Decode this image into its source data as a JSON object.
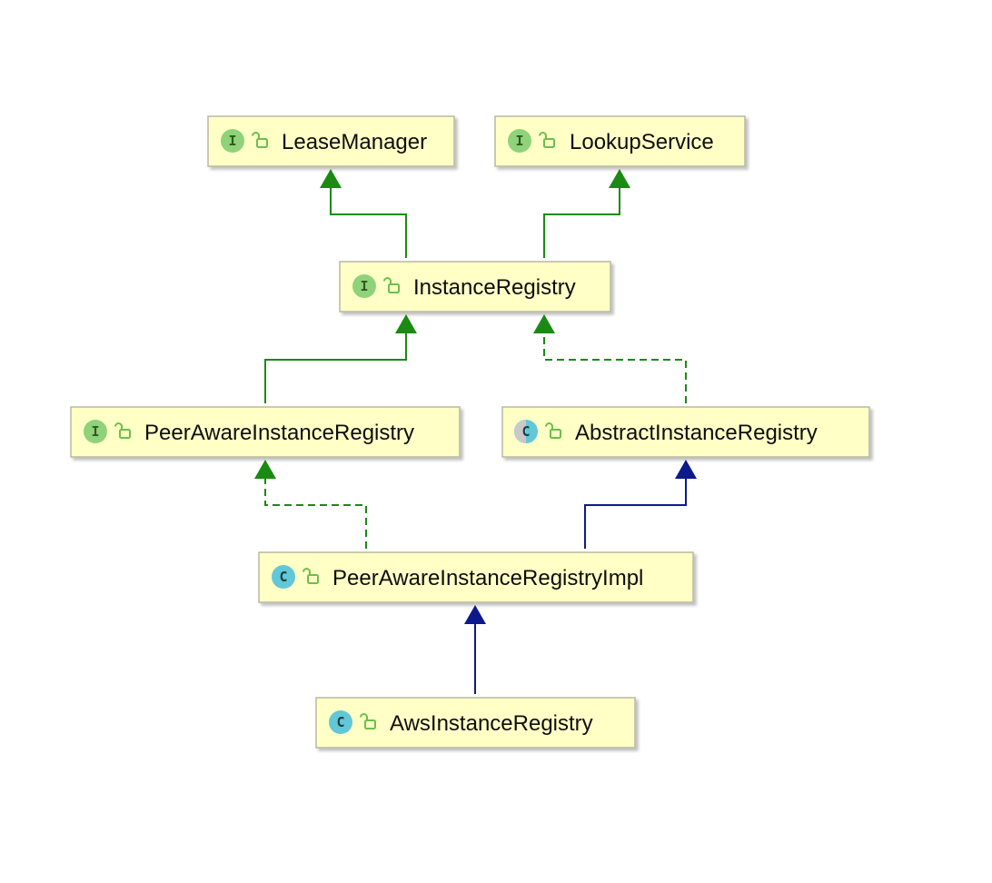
{
  "nodes": {
    "lease_manager": {
      "label": "LeaseManager",
      "kind": "I"
    },
    "lookup_service": {
      "label": "LookupService",
      "kind": "I"
    },
    "instance_registry": {
      "label": "InstanceRegistry",
      "kind": "I"
    },
    "peer_aware_instance_registry": {
      "label": "PeerAwareInstanceRegistry",
      "kind": "I"
    },
    "abstract_instance_registry": {
      "label": "AbstractInstanceRegistry",
      "kind": "C"
    },
    "peer_aware_instance_registry_impl": {
      "label": "PeerAwareInstanceRegistryImpl",
      "kind": "C"
    },
    "aws_instance_registry": {
      "label": "AwsInstanceRegistry",
      "kind": "C"
    }
  },
  "edges": [
    {
      "from": "instance_registry",
      "to": "lease_manager",
      "relation": "extends-interface"
    },
    {
      "from": "instance_registry",
      "to": "lookup_service",
      "relation": "extends-interface"
    },
    {
      "from": "peer_aware_instance_registry",
      "to": "instance_registry",
      "relation": "extends-interface"
    },
    {
      "from": "abstract_instance_registry",
      "to": "instance_registry",
      "relation": "implements"
    },
    {
      "from": "peer_aware_instance_registry_impl",
      "to": "peer_aware_instance_registry",
      "relation": "implements"
    },
    {
      "from": "peer_aware_instance_registry_impl",
      "to": "abstract_instance_registry",
      "relation": "extends-class"
    },
    {
      "from": "aws_instance_registry",
      "to": "peer_aware_instance_registry_impl",
      "relation": "extends-class"
    }
  ],
  "colors": {
    "node_fill": "#ffffc6",
    "node_border": "#b8b8a0",
    "node_shadow": "#d2d2d2",
    "interface_badge": "#8fd27a",
    "interface_badge_text": "#2e5a1e",
    "class_badge": "#62c7d6",
    "class_badge_text": "#123f47",
    "abstract_badge_half": "#c9c9c9",
    "lock_icon": "#6cbf4a",
    "interface_edge": "#1a8a13",
    "class_edge": "#0d1a8c"
  },
  "icons": {
    "interface_badge": "interface-badge-icon",
    "class_badge": "class-badge-icon",
    "abstract_class_badge": "abstract-class-badge-icon",
    "visibility": "unlock-icon"
  }
}
